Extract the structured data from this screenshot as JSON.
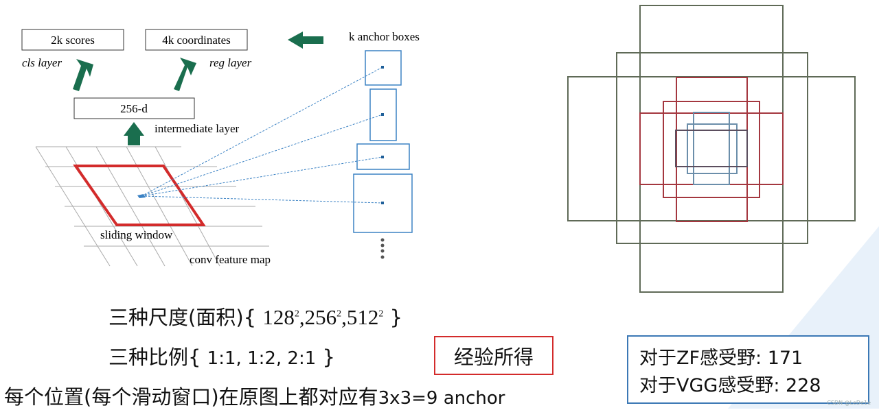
{
  "diagram": {
    "scores_label": "2k scores",
    "coordinates_label": "4k coordinates",
    "cls_layer": "cls layer",
    "reg_layer": "reg layer",
    "anchor_boxes_label": "k anchor boxes",
    "feature_dim_label": "256-d",
    "intermediate_layer": "intermediate layer",
    "sliding_window": "sliding window",
    "conv_feature_map": "conv feature map"
  },
  "notes": {
    "scales_prefix": "三种尺度(面积){",
    "scales_values": [
      "128",
      "256",
      "512"
    ],
    "scales_exponent": "2",
    "scales_suffix": "}",
    "ratios_prefix": "三种比例{",
    "ratios_values": "1:1, 1:2, 2:1",
    "ratios_suffix": "}",
    "location_prefix": "每个位置(每个滑动窗口)在原图上都对应有",
    "location_formula": "3x3=9 anchor",
    "experience": "经验所得"
  },
  "receptive_field": {
    "zf": "对于ZF感受野: 171",
    "vgg": "对于VGG感受野: 228"
  },
  "watermark": "CSDN @LeDe1e",
  "colors": {
    "arrow_green": "#1a6e4e",
    "window_red": "#d32b2b",
    "anchor_blue": "#3b82c4",
    "grid_gray": "#aaaaaa",
    "box_olive": "#5f6a57",
    "box_red": "#a4373f",
    "box_dark": "#5b4e5e",
    "box_steel": "#6b8eaa"
  }
}
